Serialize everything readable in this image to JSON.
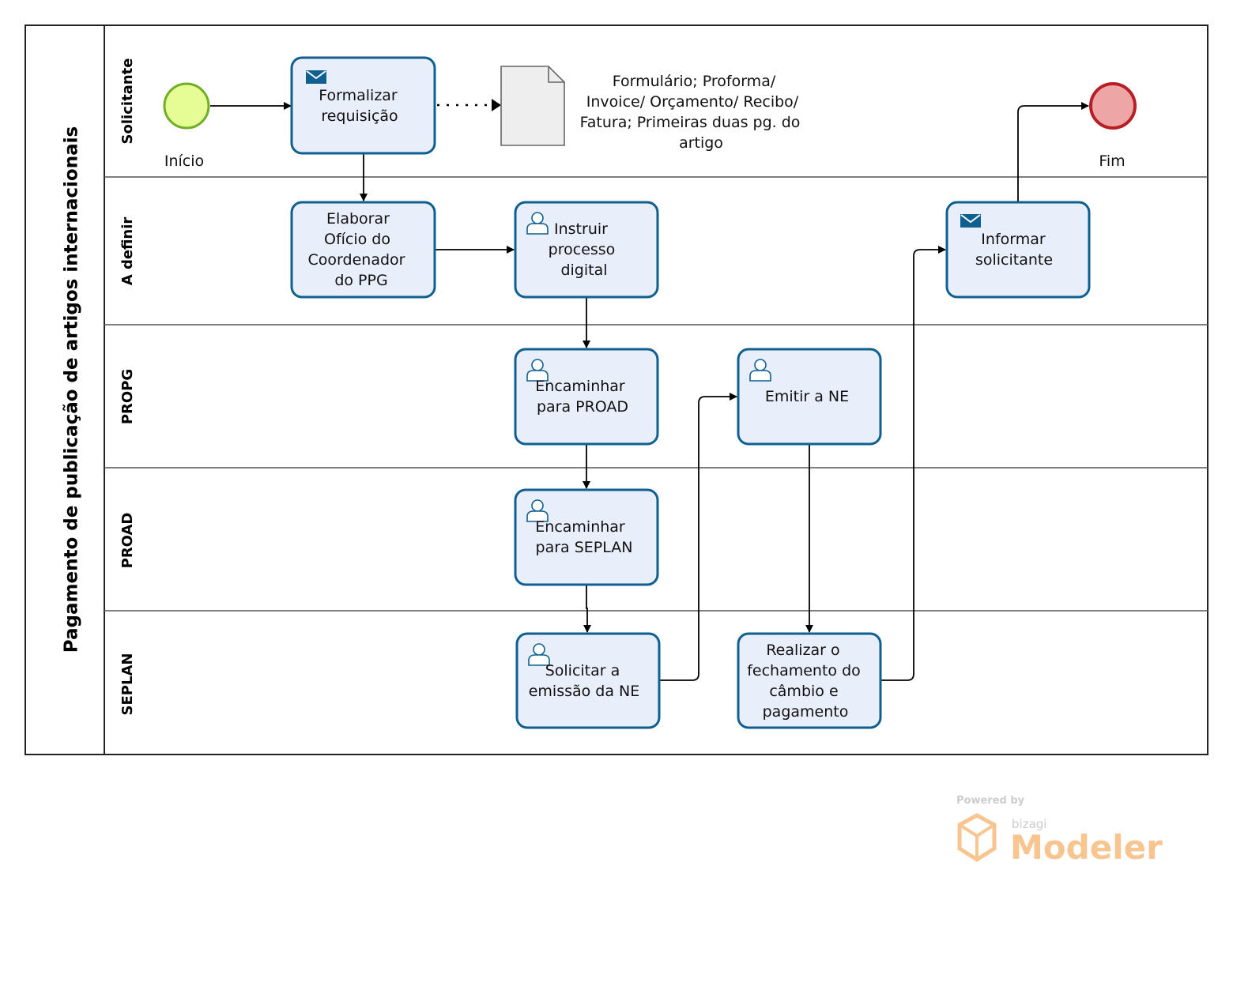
{
  "pool": {
    "title": "Pagamento de publicação de artigos internacionais"
  },
  "lanes": [
    {
      "id": "solicitante",
      "label": "Solicitante"
    },
    {
      "id": "adefinir",
      "label": "A definir"
    },
    {
      "id": "propg",
      "label": "PROPG"
    },
    {
      "id": "proad",
      "label": "PROAD"
    },
    {
      "id": "seplan",
      "label": "SEPLAN"
    }
  ],
  "events": {
    "start": {
      "label": "Início",
      "fill": "#e6fd95",
      "stroke": "#6fae25"
    },
    "end": {
      "label": "Fim",
      "fill": "#eda5a5",
      "stroke": "#b71e26"
    }
  },
  "tasks": [
    {
      "id": "formalizar",
      "lines": [
        "Formalizar",
        "requisição"
      ],
      "icon": "envelope-icon"
    },
    {
      "id": "elaborar",
      "lines": [
        "Elaborar",
        "Ofício do",
        "Coordenador",
        "do PPG"
      ],
      "icon": ""
    },
    {
      "id": "instruir",
      "lines": [
        "Instruir",
        "processo",
        "digital"
      ],
      "icon": "user-icon"
    },
    {
      "id": "informar",
      "lines": [
        "Informar",
        "solicitante"
      ],
      "icon": "envelope-icon"
    },
    {
      "id": "encaminhar-proad",
      "lines": [
        "Encaminhar",
        "para PROAD"
      ],
      "icon": "user-icon"
    },
    {
      "id": "emitir-ne",
      "lines": [
        "Emitir a NE"
      ],
      "icon": "user-icon"
    },
    {
      "id": "encaminhar-seplan",
      "lines": [
        "Encaminhar",
        "para SEPLAN"
      ],
      "icon": "user-icon"
    },
    {
      "id": "solicitar",
      "lines": [
        "Solicitar a",
        "emissão da NE"
      ],
      "icon": "user-icon"
    },
    {
      "id": "realizar",
      "lines": [
        "Realizar o",
        "fechamento do",
        "câmbio e",
        "pagamento"
      ],
      "icon": ""
    }
  ],
  "data_object": {
    "lines": [
      "Formulário; Proforma/",
      "Invoice/ Orçamento/ Recibo/",
      "Fatura; Primeiras duas pg. do",
      "artigo"
    ]
  },
  "watermark": {
    "powered": "Powered by",
    "brand": "bizagi",
    "product": "Modeler",
    "color": "#f6b26b"
  },
  "colors": {
    "task_fill": "#e9eefb",
    "task_stroke": "#0f5f91",
    "icon": "#0f5f91"
  }
}
